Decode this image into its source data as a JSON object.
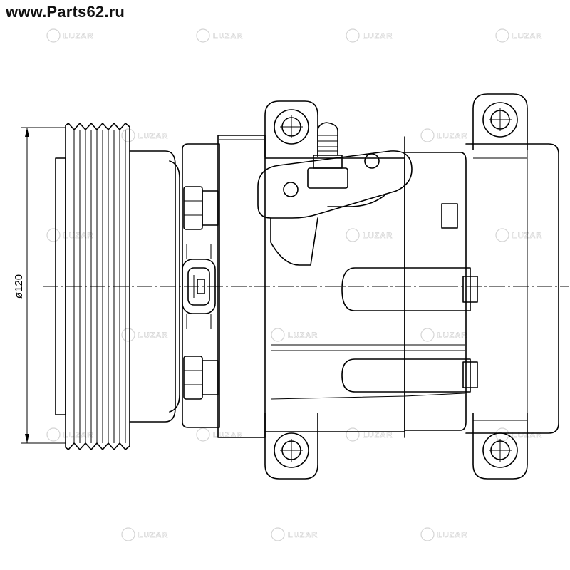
{
  "site": {
    "label": "www.Parts62.ru"
  },
  "watermark": {
    "text": "LUZAR",
    "color": "#d4d4d4"
  },
  "dimension": {
    "label": "ø120"
  },
  "drawing": {
    "subject": "compressor-line-drawing",
    "stroke_color": "#000000"
  }
}
